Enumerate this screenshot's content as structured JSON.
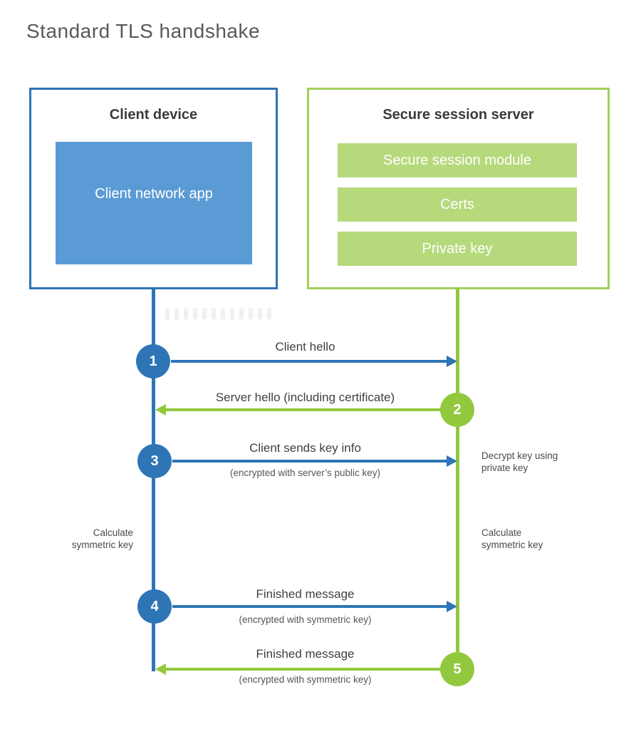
{
  "title": "Standard TLS handshake",
  "client": {
    "heading": "Client device",
    "app_label": "Client network app"
  },
  "server": {
    "heading": "Secure session server",
    "modules": [
      {
        "label": "Secure session module"
      },
      {
        "label": "Certs"
      },
      {
        "label": "Private key"
      }
    ]
  },
  "steps": [
    {
      "number": "1",
      "label": "Client hello",
      "sublabel": "",
      "direction": "client-to-server"
    },
    {
      "number": "2",
      "label": "Server hello (including certificate)",
      "sublabel": "",
      "direction": "server-to-client"
    },
    {
      "number": "3",
      "label": "Client sends key info",
      "sublabel": "(encrypted with server’s public key)",
      "direction": "client-to-server"
    },
    {
      "number": "4",
      "label": "Finished message",
      "sublabel": "(encrypted with symmetric key)",
      "direction": "client-to-server"
    },
    {
      "number": "5",
      "label": "Finished message",
      "sublabel": "(encrypted with symmetric key)",
      "direction": "server-to-client"
    }
  ],
  "notes": {
    "decrypt": "Decrypt key using private key",
    "calculate_left": "Calculate symmetric key",
    "calculate_right": "Calculate symmetric key"
  },
  "colors": {
    "client_accent": "#2e75b6",
    "client_fill": "#5b9bd5",
    "server_accent": "#92c83e",
    "server_border": "#a3cf5c",
    "server_fill": "#b6d97c",
    "title_text": "#595959",
    "label_text": "#404040"
  }
}
